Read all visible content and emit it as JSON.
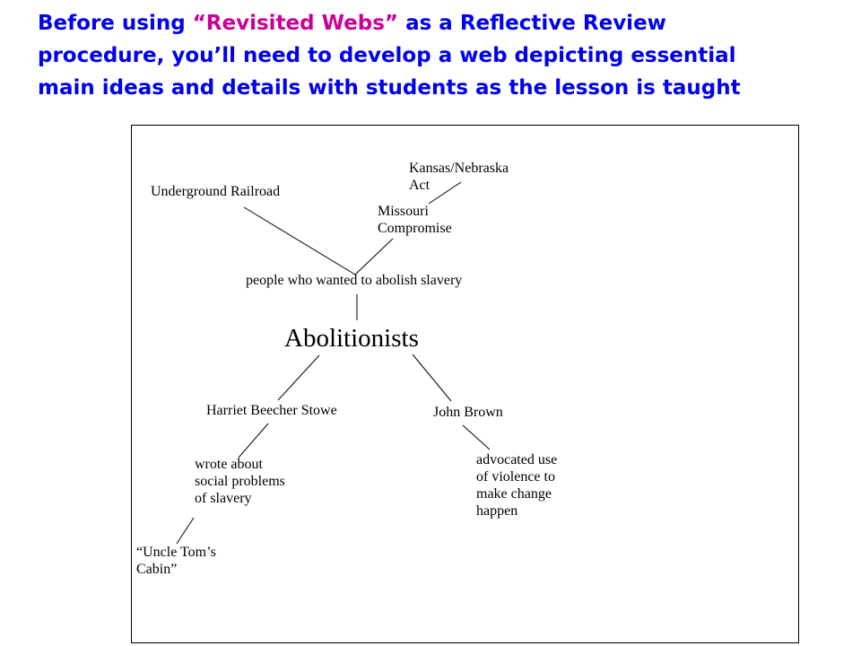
{
  "heading": {
    "line1_before": "Before using ",
    "line1_highlight": "“Revisited Webs”",
    "line1_after": " as a Reflective Review",
    "line2": "procedure, you’ll need to  develop a web depicting essential",
    "line3": "main ideas and details with students as the lesson is taught"
  },
  "colors": {
    "heading_text": "#0000ee",
    "heading_highlight": "#cc0099",
    "diagram_ink": "#000000"
  },
  "web": {
    "center": "Abolitionists",
    "definition": "people who wanted to abolish slavery",
    "underground_railroad": "Underground Railroad",
    "missouri_compromise": [
      "Missouri",
      "Compromise"
    ],
    "kansas_nebraska_act": [
      "Kansas/Nebraska",
      "Act"
    ],
    "harriet_beecher_stowe": "Harriet Beecher Stowe",
    "stowe_detail": [
      "wrote about",
      "social problems",
      "of slavery"
    ],
    "uncle_toms_cabin": [
      "“Uncle Tom’s",
      "Cabin”"
    ],
    "john_brown": "John Brown",
    "brown_detail": [
      "advocated use",
      "of violence to",
      "make change",
      "happen"
    ]
  }
}
